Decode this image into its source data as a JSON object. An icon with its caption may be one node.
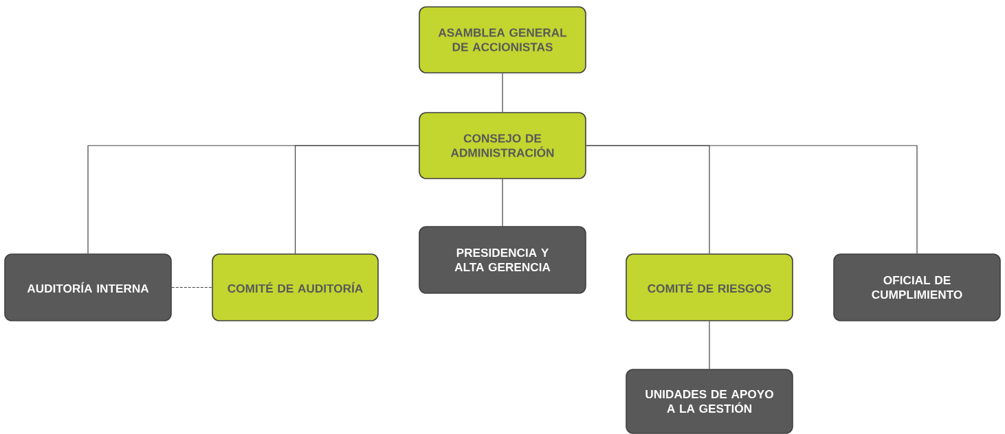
{
  "diagram": {
    "nodes": [
      {
        "text": [
          "ASAMBLEA GENERAL DE ACCIONISTAS"
        ]
      },
      {
        "text": [
          "CONSEJO DE ADMINISTRACIÓN"
        ]
      },
      {
        "text": [
          "AUDITORÍA INTERNA"
        ]
      },
      {
        "text": [
          "COMITÉ DE AUDITORÍA"
        ]
      },
      {
        "text": [
          "PRESIDENCIA Y ALTA GERENCIA"
        ]
      },
      {
        "text": [
          "COMITÉ DE RIESGOS"
        ]
      },
      {
        "text": [
          "OFICIAL DE CUMPLIMIENTO"
        ]
      },
      {
        "text": [
          "UNIDADES DE APOYO A LA GESTIÓN"
        ]
      }
    ],
    "edges": [
      {
        "from": 0,
        "to": 1,
        "arrow": "none"
      },
      {
        "from": 1,
        "to": 2,
        "arrow": "none"
      },
      {
        "from": 1,
        "to": 3,
        "arrow": "none"
      },
      {
        "from": 1,
        "to": 4,
        "arrow": "none"
      },
      {
        "from": 1,
        "to": 5,
        "arrow": "none"
      },
      {
        "from": 1,
        "to": 6,
        "arrow": "none"
      },
      {
        "from": 5,
        "to": 7,
        "arrow": "none"
      },
      {
        "from": 2,
        "to": 3,
        "arrow": "none",
        "style": "dashed"
      }
    ]
  }
}
